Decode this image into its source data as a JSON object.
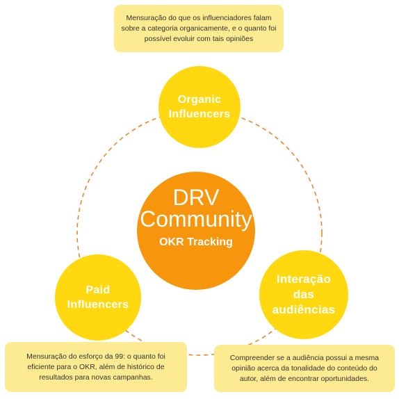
{
  "colors": {
    "node_fill": "#ffd810",
    "center_fill": "#f7950c",
    "box_fill": "#fdeb91",
    "ring_stroke": "#e8862a"
  },
  "center": {
    "title_line1": "DRV",
    "title_line2": "Community",
    "subtitle": "OKR Tracking"
  },
  "nodes": {
    "organic": {
      "line1": "Organic",
      "line2": "Influencers"
    },
    "paid": {
      "line1": "Paid",
      "line2": "Influencers"
    },
    "interacao": {
      "line1": "Interação",
      "line2": "das",
      "line3": "audiências"
    }
  },
  "boxes": {
    "top": {
      "line1": "Mensuração do que os influenciadores falam",
      "line2": "sobre a categoria organicamente, e o quanto foi",
      "line3": "possível evoluir com tais opiniões"
    },
    "left": {
      "line1": "Mensuração do esforço da 99: o quanto foi",
      "line2": "eficiente para o OKR, além de histórico de",
      "line3": "resultados para novas campanhas."
    },
    "right": {
      "line1": "Compreender se a audiência possui a mesma",
      "line2": "opinião acerca da tonalidade do conteúdo do",
      "line3": "autor, além de encontrar oportunidades."
    }
  }
}
